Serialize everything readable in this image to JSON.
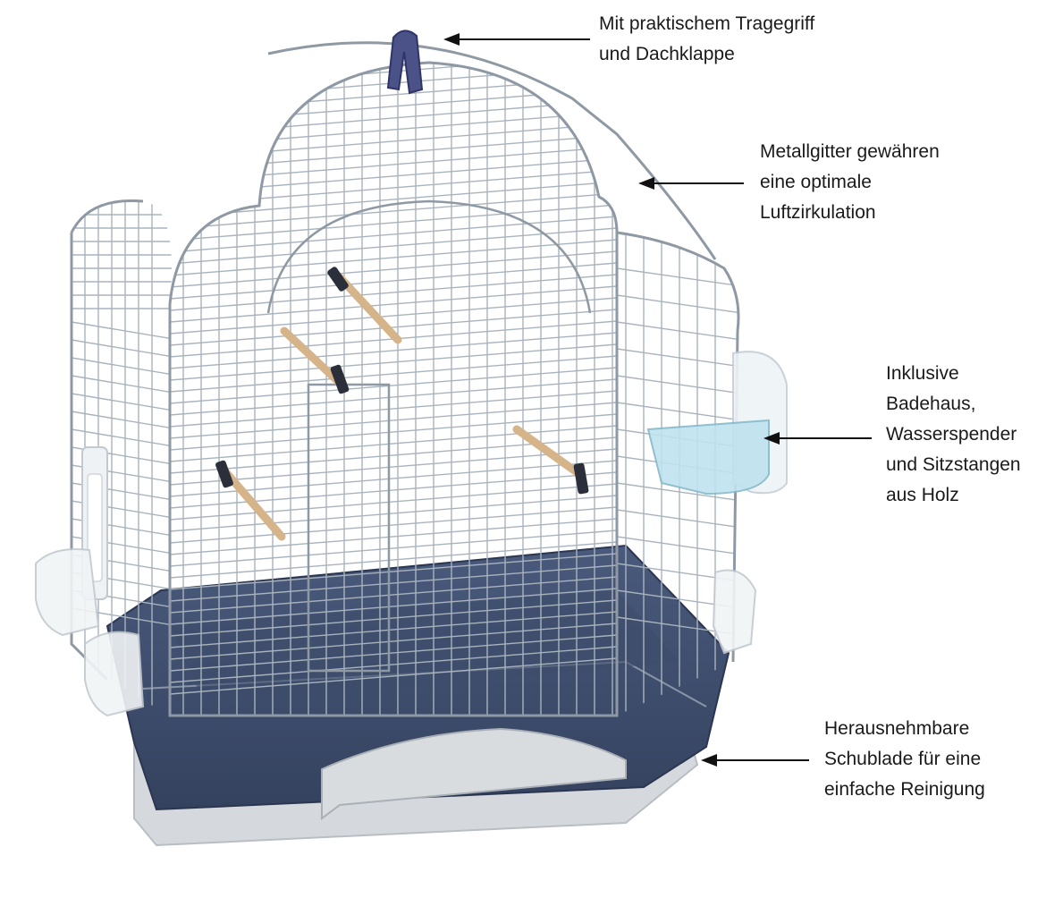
{
  "callouts": {
    "handle": {
      "lines": [
        "Mit praktischem Tragegriff",
        "und Dachklappe"
      ]
    },
    "grid": {
      "lines": [
        "Metallgitter gewähren",
        "eine optimale",
        "Luftzirkulation"
      ]
    },
    "bath": {
      "lines": [
        "Inklusive",
        "Badehaus,",
        "Wasserspender",
        "und Sitzstangen",
        "aus Holz"
      ]
    },
    "drawer": {
      "lines": [
        "Herausnehmbare",
        "Schublade für eine",
        "einfache Reinigung"
      ]
    }
  },
  "colors": {
    "wire": "#a9b3bd",
    "tray_blue": "#3d4d6e",
    "tray_grey": "#d5d8dc",
    "perch_wood": "#d6b48a",
    "perch_holder": "#2a2f3a",
    "handle": "#4a5288",
    "bath": "#bfe3ef",
    "arrow": "#111111"
  },
  "icons": [
    "bird-cage-illustration",
    "arrow-left-icon"
  ]
}
